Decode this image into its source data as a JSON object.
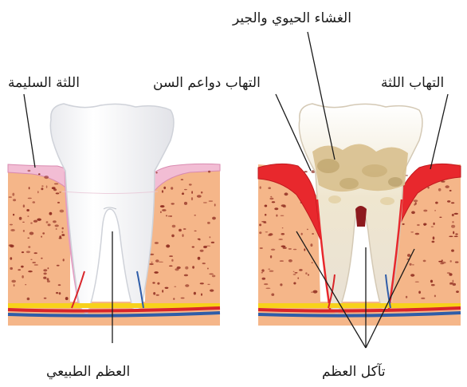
{
  "labels": {
    "healthy_gums": "اللثة السليمة",
    "normal_bone": "العظم الطبيعي",
    "plaque_tartar": "الغشاء الحيوي والجير",
    "periodontitis": "التهاب دواعم السن",
    "gingivitis": "التهاب اللثة",
    "bone_loss": "تآكل العظم"
  },
  "colors": {
    "bone": "#f5b689",
    "bone_spots": "#8d2a1e",
    "healthy_gum": "#f2bdd4",
    "inflamed_gum": "#e8282d",
    "tooth": "#ffffff",
    "tartar": "#d9c08e",
    "nerve_yellow": "#f7d21a",
    "vessel_red": "#d9252a",
    "vessel_blue": "#2f5da8"
  },
  "panels": [
    "healthy",
    "periodontitis"
  ]
}
